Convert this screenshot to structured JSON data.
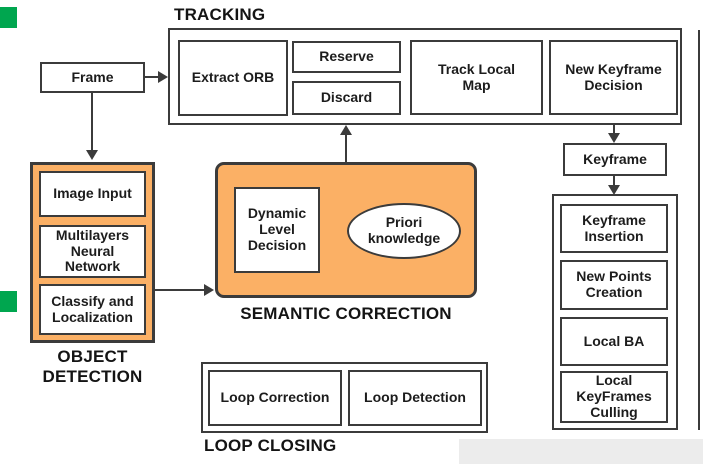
{
  "colors": {
    "line": "#3b3b3b",
    "orange_fill": "#fbb065",
    "green_marker": "#00a64f",
    "gray_band": "#ececec",
    "text": "#1c1c1c"
  },
  "frame": {
    "label": "Frame"
  },
  "tracking": {
    "label": "TRACKING",
    "extract_orb": "Extract ORB",
    "reserve": "Reserve",
    "discard": "Discard",
    "track_local_map": "Track Local Map",
    "new_keyframe_decision": "New Keyframe Decision"
  },
  "object_detection": {
    "label_line1": "OBJECT",
    "label_line2": "DETECTION",
    "image_input": "Image Input",
    "multilayers_neural_network": "Multilayers Neural Network",
    "classify_and_localization": "Classify and Localization"
  },
  "semantic_correction": {
    "label": "SEMANTIC CORRECTION",
    "dynamic_level_decision": "Dynamic Level Decision",
    "priori_knowledge": "Priori knowledge"
  },
  "keyframe": {
    "label": "Keyframe"
  },
  "local_mapping": {
    "keyframe_insertion": "Keyframe Insertion",
    "new_points_creation": "New Points Creation",
    "local_ba": "Local BA",
    "local_keyframes_culling": "Local KeyFrames Culling"
  },
  "loop_closing": {
    "label": "LOOP CLOSING",
    "loop_correction": "Loop Correction",
    "loop_detection": "Loop Detection"
  }
}
